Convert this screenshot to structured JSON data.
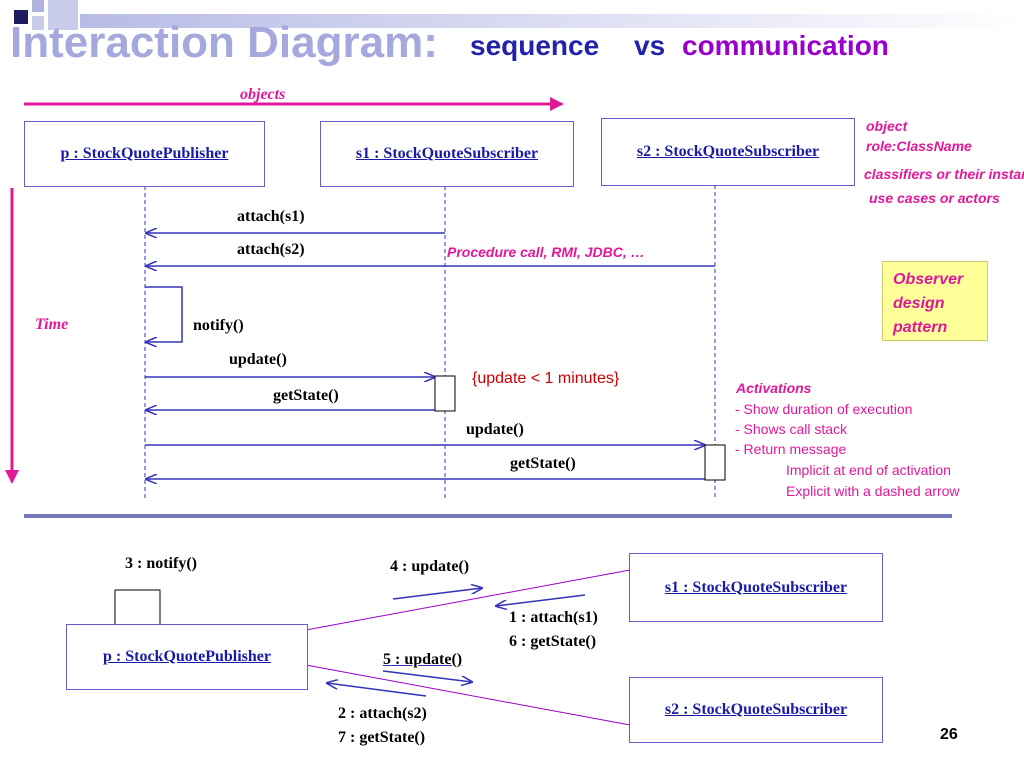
{
  "title": {
    "main": "Interaction Diagram:",
    "sequence": "sequence",
    "vs": "vs",
    "communication": "communication"
  },
  "labels": {
    "objects": "objects",
    "time": "Time",
    "object_role_1": "object",
    "object_role_2": "role:ClassName",
    "classifiers": "classifiers or their instances",
    "usecases": "use cases or actors",
    "procedure_call": "Procedure call, RMI, JDBC, …",
    "constraint": "{update < 1 minutes}",
    "observer": [
      "Observer",
      "design",
      "pattern"
    ],
    "page_number": "26"
  },
  "activations": {
    "title": "Activations",
    "lines": [
      "- Show duration of execution",
      "- Shows call stack",
      "- Return message",
      "Implicit at end of activation",
      "Explicit with a dashed arrow"
    ]
  },
  "sequence": {
    "objects": [
      "p : StockQuotePublisher",
      "s1 : StockQuoteSubscriber",
      "s2 : StockQuoteSubscriber"
    ],
    "messages": [
      "attach(s1)",
      "attach(s2)",
      "notify()",
      "update()",
      "getState()",
      "update()",
      "getState()"
    ]
  },
  "communication": {
    "objects": {
      "p": "p : StockQuotePublisher",
      "s1": "s1 : StockQuoteSubscriber",
      "s2": "s2 : StockQuoteSubscriber"
    },
    "messages": {
      "notify": "3 : notify()",
      "update4": "4 : update()",
      "attach_s1": "1 : attach(s1)",
      "getstate6": "6 : getState()",
      "update5": "5 : update()",
      "attach_s2": "2 : attach(s2)",
      "getstate7": "7 : getState()"
    }
  },
  "colors": {
    "title_main": "#a5a8dd",
    "title_accent": "#2222aa",
    "magenta": "#e0189a",
    "purple": "#9900cc",
    "line_blue": "#3333bb",
    "divider": "#7777bb",
    "observer_bg": "#ffff99"
  }
}
